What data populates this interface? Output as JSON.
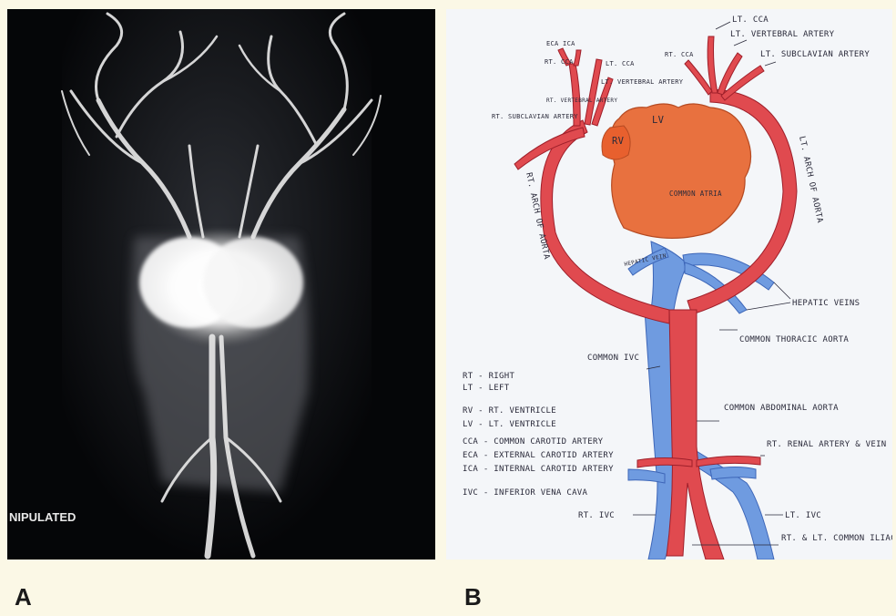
{
  "panels": {
    "a": {
      "letter": "A",
      "watermark": "NIPULATED"
    },
    "b": {
      "letter": "B",
      "labels": {
        "lt_cca_top": "LT. CCA",
        "lt_vertebral_artery": "LT. VERTEBRAL ARTERY",
        "rt_cca_top": "RT. CCA",
        "lt_subclavian_artery": "LT. SUBCLAVIAN ARTERY",
        "eca_ica": "ECA ICA",
        "rt_cca": "RT. CCA",
        "lt_cca_mid": "LT. CCA",
        "lt_vertebral_mid": "LT. VERTEBRAL ARTERY",
        "rt_vertebral_artery": "RT. VERTEBRAL ARTERY",
        "rt_subclavian_artery": "RT. SUBCLAVIAN ARTERY",
        "rv": "RV",
        "lv": "LV",
        "common_atria": "COMMON ATRIA",
        "lt_arch_of_aorta": "LT. ARCH OF AORTA",
        "rt_arch_of_aorta": "RT. ARCH OF AORTA",
        "hepatic_vein": "HEPATIC VEIN",
        "hepatic_veins": "HEPATIC VEINS",
        "common_thoracic_aorta": "COMMON THORACIC AORTA",
        "common_ivc": "COMMON IVC",
        "common_abdominal_aorta": "COMMON ABDOMINAL AORTA",
        "rt_renal_artery_vein": "RT. RENAL ARTERY & VEIN",
        "lt_ivc": "LT. IVC",
        "rt_ivc": "RT. IVC",
        "rt_lt_common_iliac": "RT. & LT. COMMON ILIAC"
      },
      "legend": [
        "RT - RIGHT",
        "LT - LEFT",
        "RV - RT. VENTRICLE",
        "LV - LT. VENTRICLE",
        "CCA - COMMON CAROTID ARTERY",
        "ECA - EXTERNAL CAROTID ARTERY",
        "ICA - INTERNAL CAROTID ARTERY",
        "IVC - INFERIOR VENA CAVA"
      ]
    }
  },
  "colors": {
    "artery": "#e04a4f",
    "vein": "#6f9be0",
    "heart": "#e8713f",
    "ink": "#2a2a3a"
  }
}
